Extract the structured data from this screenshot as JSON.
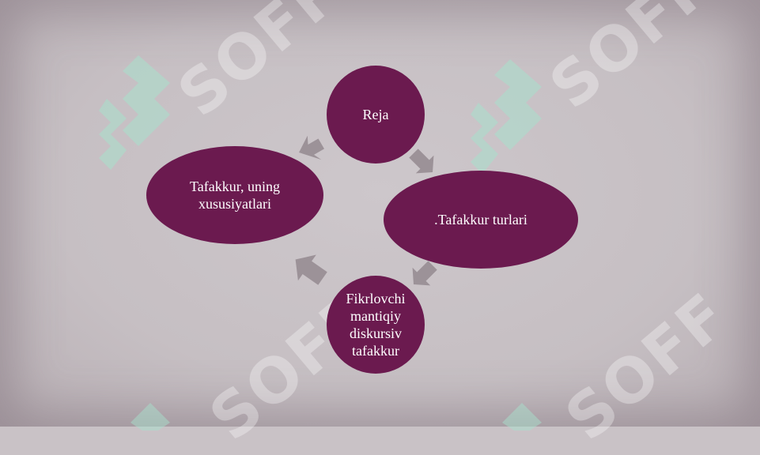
{
  "diagram": {
    "nodes": [
      {
        "id": "reja",
        "label": "Reja"
      },
      {
        "id": "turlari",
        "label": ".Tafakkur turlari"
      },
      {
        "id": "fikrlovchi",
        "label": "Fikrlovchi mantiqiy diskursiv tafakkur"
      },
      {
        "id": "xususiyat",
        "label": "Tafakkur, uning xususiyatlari"
      }
    ],
    "flow": "clockwise cycle"
  },
  "watermark": {
    "text": "SOFF",
    "colors": {
      "mark": "#a8e0cc",
      "text": "#ffffff"
    }
  },
  "colors": {
    "node_fill": "#6b1a4f",
    "arrow_fill": "#9c9298",
    "background": "#c9c2c6"
  }
}
